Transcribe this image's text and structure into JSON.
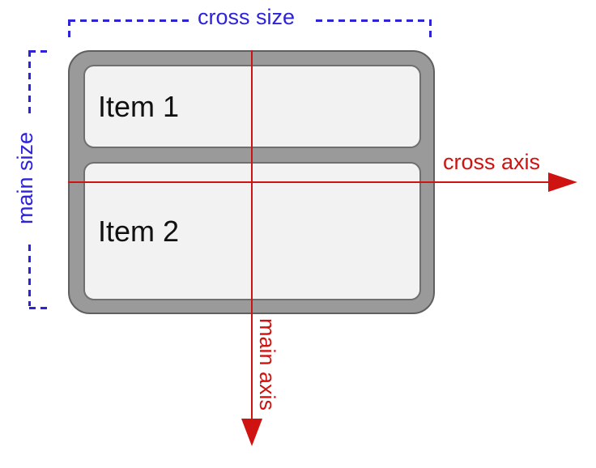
{
  "diagram": {
    "title_hint": "flexbox column axes diagram",
    "items": {
      "item1_label": "Item 1",
      "item2_label": "Item 2"
    },
    "labels": {
      "cross_size": "cross size",
      "main_size": "main size",
      "cross_axis": "cross axis",
      "main_axis": "main axis"
    }
  },
  "colors": {
    "size_blue": "#2d23d8",
    "axis_red": "#cf1310",
    "container_fill": "#9a9a9a",
    "container_stroke": "#5f5f5f",
    "item_fill": "#f2f2f2",
    "item_stroke": "#6f6f6f"
  }
}
